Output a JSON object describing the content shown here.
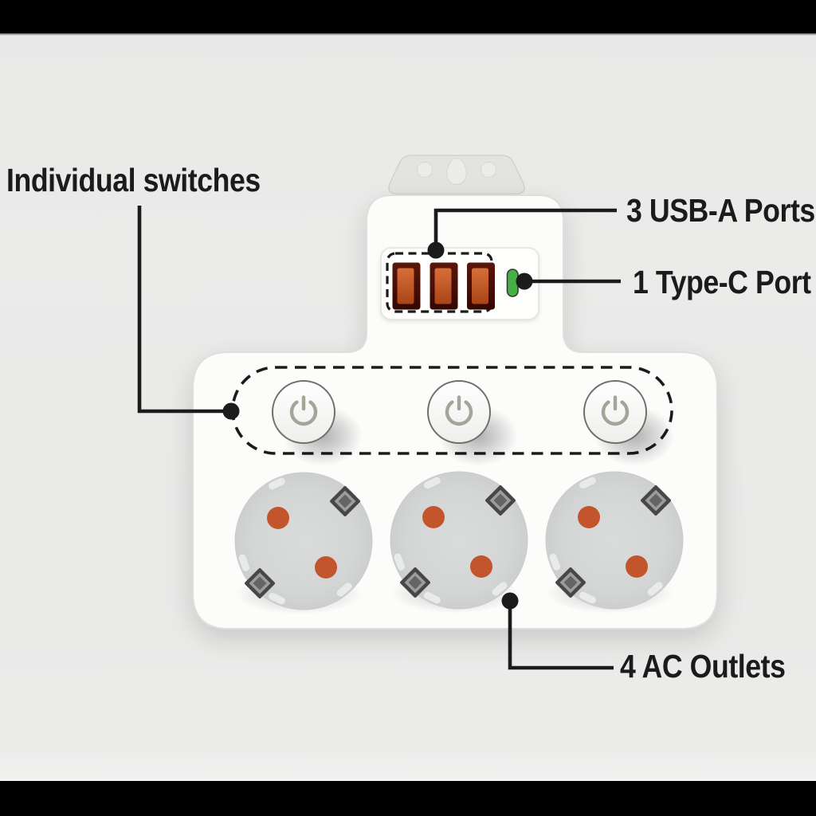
{
  "labels": {
    "individual_switches": "Individual switches",
    "usb_a_ports": "3 USB-A Ports",
    "type_c_port": "1 Type-C Port",
    "ac_outlets": "4 AC Outlets"
  },
  "device": {
    "switch_count": 3,
    "usb_a_port_count": 3,
    "type_c_port_count": 1,
    "ac_outlet_count": 4,
    "visible_ac_outlet_count": 3
  },
  "colors": {
    "letterbox": "#000000",
    "background": "#eaeae9",
    "body": "#fcfcfb",
    "mount_tab": "#e3e3e2",
    "usb_port_well": "#450d04",
    "usb_port_tongue": "#c2562b",
    "type_c_green": "#46b044",
    "outlet_face": "#d4d6d6",
    "outlet_pin": "#c2552b",
    "earth_clip": "#474747",
    "button_ring": "#6f6f6d",
    "power_glyph": "#a5a498",
    "callout": "#1b1b1b",
    "label_text": "#1b1b1b"
  }
}
